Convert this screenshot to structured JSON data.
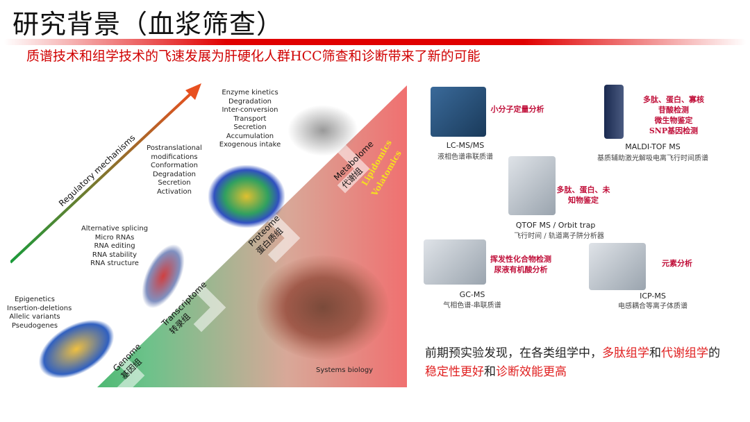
{
  "title": "研究背景（血浆筛查）",
  "subtitle": "质谱技术和组学技术的飞速发展为肝硬化人群HCC筛查和诊断带来了新的可能",
  "figure": {
    "arrow_label": "Regulatory mechanisms",
    "genome_list": "Epigenetics\nInsertion-deletions\nAllelic variants\nPseudogenes",
    "transcript_list": "Alternative splicing\nMicro RNAs\nRNA editing\nRNA stability\nRNA structure",
    "protein_list": "Postranslational\nmodifications\nConformation\nDegradation\nSecretion\nActivation",
    "metab_list": "Enzyme kinetics\nDegradation\nInter-conversion\nTransport\nSecretion\nAccumulation\nExogenous intake",
    "genome": "Genome",
    "genome_cn": "基因组",
    "transcriptome": "Transcriptome",
    "transcriptome_cn": "转录组",
    "proteome": "Proteome",
    "proteome_cn": "蛋白质组",
    "metabolome": "Metabolome",
    "metabolome_cn": "代谢组",
    "lipidomics": "Lipidomics",
    "volatomics": "Volatomics",
    "systems_biology": "Systems biology"
  },
  "instruments": [
    {
      "name": "LC-MS/MS",
      "cn": "液相色谱串联质谱",
      "use": "小分子定量分析"
    },
    {
      "name": "MALDI-TOF MS",
      "cn": "基质辅助激光解吸电离飞行时间质谱",
      "use": "多肽、蛋白、寡核\n苷酸检测\n微生物鉴定\nSNP基因检测"
    },
    {
      "name": "QTOF MS / Orbit trap",
      "cn": "飞行时间 / 轨道离子阱分析器",
      "use": "多肽、蛋白、未\n知物鉴定"
    },
    {
      "name": "GC-MS",
      "cn": "气相色谱-串联质谱",
      "use": "挥发性化合物检测\n尿液有机酸分析"
    },
    {
      "name": "ICP-MS",
      "cn": "电感耦合等离子体质谱",
      "use": "元素分析"
    }
  ],
  "conclusion": {
    "p1": "前期预实验发现，在各类组学中，",
    "p2": "多肽组学",
    "p3": "和",
    "p4": "代谢组学",
    "p5": "的",
    "p6": "稳定性更好",
    "p7": "和",
    "p8": "诊断效能更高"
  },
  "colors": {
    "accent": "#e00000",
    "highlight": "#c0103a"
  }
}
